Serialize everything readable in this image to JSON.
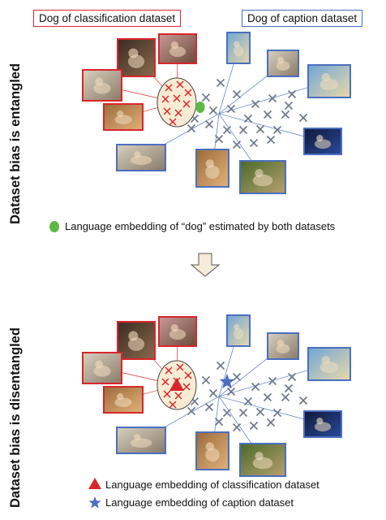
{
  "header": {
    "classification_label": "Dog of classification dataset",
    "caption_label": "Dog of caption dataset"
  },
  "panels": [
    {
      "side_label": "Dataset bias is entangled"
    },
    {
      "side_label": "Dataset bias is disentangled"
    }
  ],
  "legend": {
    "top": "Language embedding of “dog” estimated by both datasets",
    "bottom_cls": "Language embedding of classification dataset",
    "bottom_cap": "Language embedding of caption dataset"
  },
  "colors": {
    "classification": "#d9262b",
    "caption": "#4a6fc0",
    "shared": "#5cb944",
    "cross": "#6b7688",
    "ellipse_fill": "#f7ecd3"
  },
  "icons": [
    "down-arrow-icon",
    "dot-icon",
    "triangle-icon",
    "star-icon"
  ]
}
